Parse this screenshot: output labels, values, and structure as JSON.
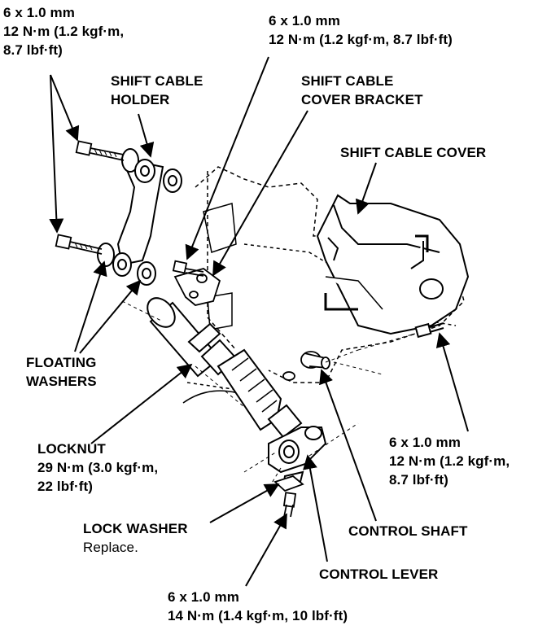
{
  "labels": {
    "bolt_top_left": [
      "6 x 1.0 mm",
      "12 N·m (1.2 kgf·m,",
      "8.7 lbf·ft)"
    ],
    "bolt_top_center": [
      "6 x 1.0 mm",
      "12 N·m (1.2 kgf·m, 8.7 lbf·ft)"
    ],
    "shift_cable_holder": [
      "SHIFT CABLE",
      "HOLDER"
    ],
    "shift_cable_cover_bracket": [
      "SHIFT CABLE",
      "COVER BRACKET"
    ],
    "shift_cable_cover": [
      "SHIFT CABLE COVER"
    ],
    "floating_washers": [
      "FLOATING",
      "WASHERS"
    ],
    "locknut": [
      "LOCKNUT",
      "29 N·m (3.0 kgf·m,",
      "22 lbf·ft)"
    ],
    "bolt_right": [
      "6 x 1.0 mm",
      "12 N·m (1.2 kgf·m,",
      "8.7 lbf·ft)"
    ],
    "lock_washer": [
      "LOCK WASHER",
      "Replace."
    ],
    "control_shaft": [
      "CONTROL SHAFT"
    ],
    "control_lever": [
      "CONTROL LEVER"
    ],
    "bolt_bottom": [
      "6 x 1.0 mm",
      "14 N·m (1.4 kgf·m, 10 lbf·ft)"
    ]
  }
}
